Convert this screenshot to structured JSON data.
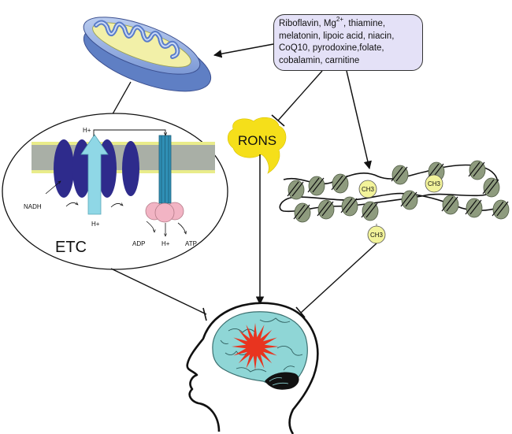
{
  "supplements": {
    "line1_a": "Riboflavin, Mg",
    "line1_sup": "2+",
    "line1_b": ", thiamine,",
    "line2": "melatonin, lipoic acid, niacin,",
    "line3": "CoQ10, pyrodoxine,folate,",
    "line4": "cobalamin, carnitine"
  },
  "rons": {
    "label": "RONS"
  },
  "etc": {
    "title": "ETC",
    "nadh": "NADH",
    "proton_top": "H+",
    "proton_bottom": "H+",
    "adp": "ADP",
    "proton_atp": "H+",
    "atp": "ATP"
  },
  "chromatin": {
    "methyl_1": "CH3",
    "methyl_2": "CH3",
    "methyl_3": "CH3"
  },
  "colors": {
    "membrane": "#a9afa6",
    "membrane_edge": "#e9ec8a",
    "complex": "#2e2b8c",
    "proton_arrow": "#8fd7e6",
    "atp_synthase": "#2f8fb5",
    "atp_head": "#f2b4c4",
    "nucleosome": "#8e9b7e",
    "methyl": "#f2f39a",
    "rons": "#f5df1a",
    "brain": "#8fd6d6",
    "lesion": "#e8341f",
    "supplement_box": "#e4e1f7"
  }
}
